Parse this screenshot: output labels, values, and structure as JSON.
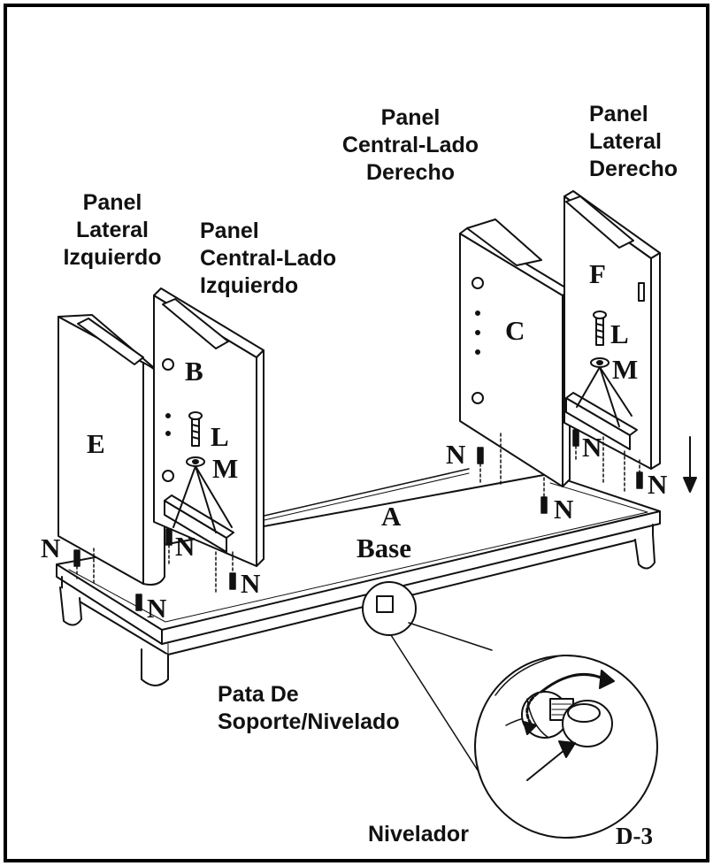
{
  "labels": {
    "panel_left_side": [
      "Panel",
      "Lateral",
      "Izquierdo"
    ],
    "panel_center_left": [
      "Panel",
      "Central-Lado",
      "Izquierdo"
    ],
    "panel_center_right": [
      "Panel",
      "Central-Lado",
      "Derecho"
    ],
    "panel_right_side": [
      "Panel",
      "Lateral",
      "Derecho"
    ],
    "leg": [
      "Pata De",
      "Soporte/Nivelado"
    ],
    "leveler": "Nivelador",
    "step": "D-3"
  },
  "part_letters": {
    "a": "A",
    "base": "Base",
    "b": "B",
    "c": "C",
    "e": "E",
    "f": "F",
    "l": "L",
    "m": "M",
    "n": "N"
  },
  "icons": [
    "down-arrow-icon",
    "rotation-arrow-icon"
  ]
}
